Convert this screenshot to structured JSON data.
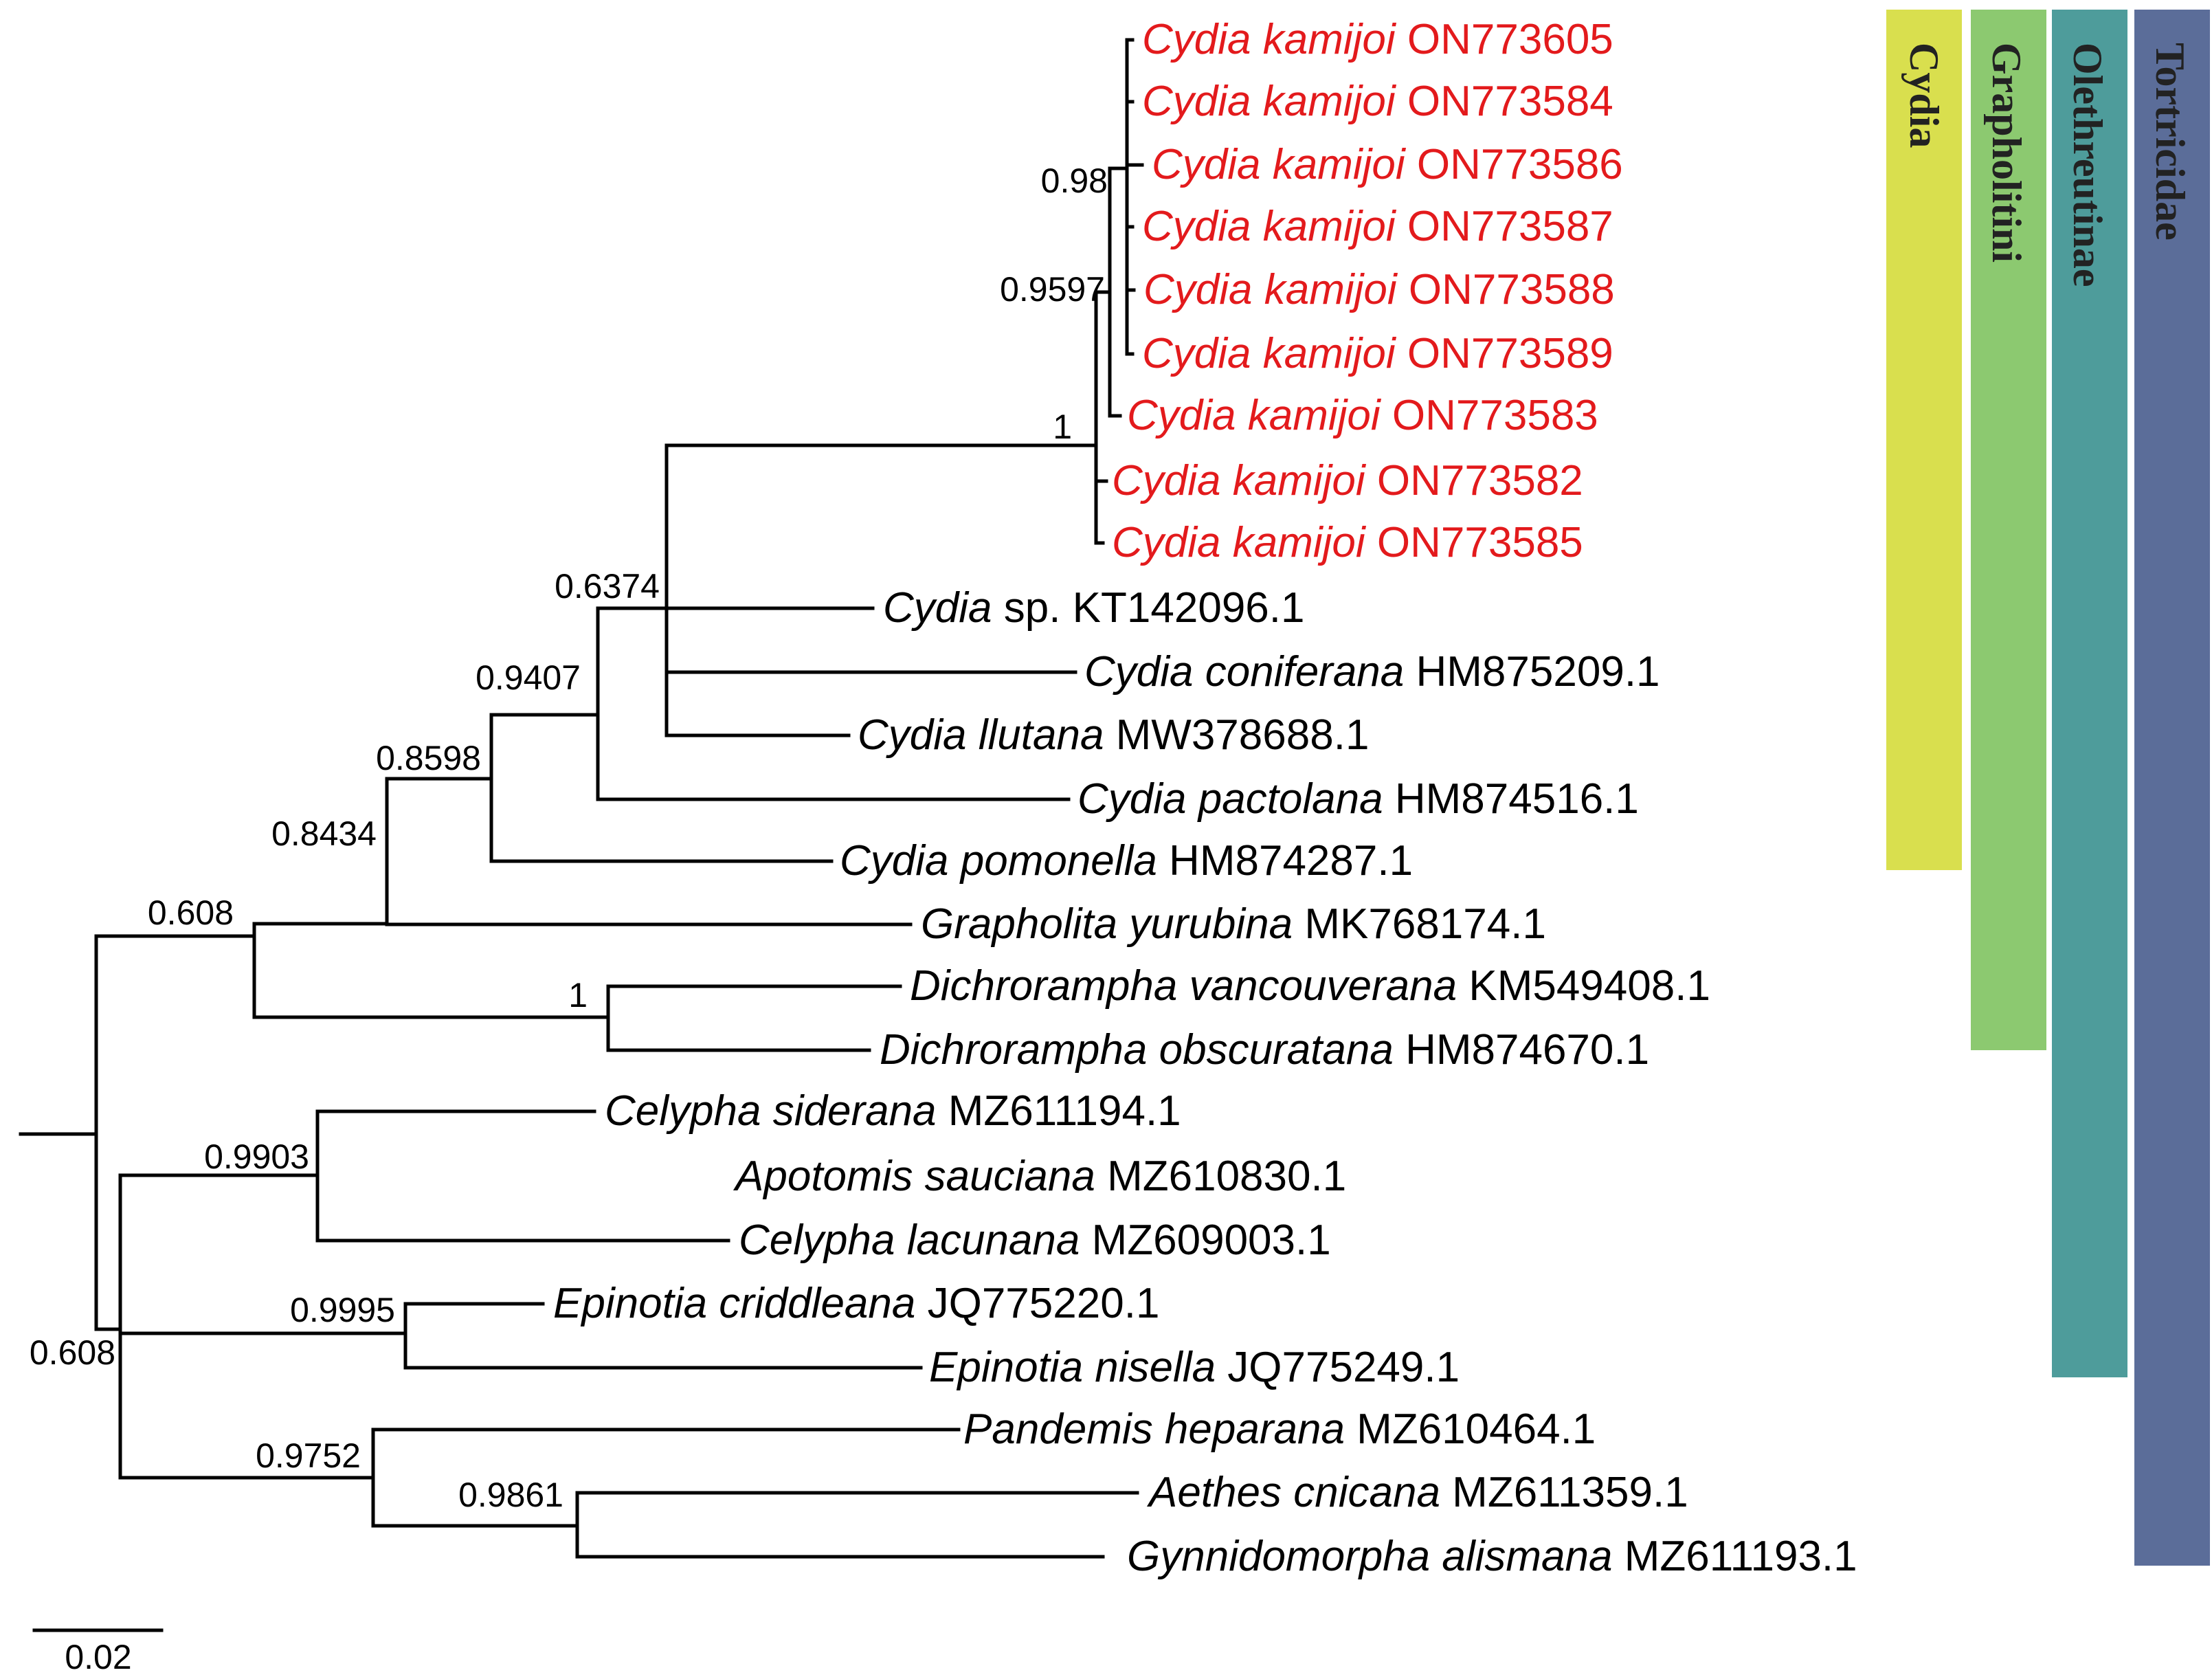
{
  "tree": {
    "label_color_highlight": "#e31a1c",
    "label_color_default": "#000000",
    "tips": [
      {
        "species": "Cydia kamijoi",
        "suffix": "ON773605",
        "highlight": true
      },
      {
        "species": "Cydia kamijoi",
        "suffix": "ON773584",
        "highlight": true
      },
      {
        "species": "Cydia kamijoi",
        "suffix": "ON773586",
        "highlight": true
      },
      {
        "species": "Cydia kamijoi",
        "suffix": "ON773587",
        "highlight": true
      },
      {
        "species": "Cydia kamijoi",
        "suffix": "ON773588",
        "highlight": true
      },
      {
        "species": "Cydia kamijoi",
        "suffix": "ON773589",
        "highlight": true
      },
      {
        "species": "Cydia kamijoi",
        "suffix": "ON773583",
        "highlight": true
      },
      {
        "species": "Cydia kamijoi",
        "suffix": "ON773582",
        "highlight": true
      },
      {
        "species": "Cydia kamijoi",
        "suffix": "ON773585",
        "highlight": true
      },
      {
        "species": "Cydia",
        "suffix": "sp. KT142096.1",
        "highlight": false
      },
      {
        "species": "Cydia coniferana",
        "suffix": "HM875209.1",
        "highlight": false
      },
      {
        "species": "Cydia llutana",
        "suffix": "MW378688.1",
        "highlight": false
      },
      {
        "species": "Cydia pactolana",
        "suffix": "HM874516.1",
        "highlight": false
      },
      {
        "species": "Cydia pomonella",
        "suffix": "HM874287.1",
        "highlight": false
      },
      {
        "species": "Grapholita yurubina",
        "suffix": "MK768174.1",
        "highlight": false
      },
      {
        "species": "Dichrorampha vancouverana",
        "suffix": "KM549408.1",
        "highlight": false
      },
      {
        "species": "Dichrorampha obscuratana",
        "suffix": "HM874670.1",
        "highlight": false
      },
      {
        "species": "Celypha siderana",
        "suffix": "MZ611194.1",
        "highlight": false
      },
      {
        "species": "Apotomis sauciana",
        "suffix": "MZ610830.1",
        "highlight": false
      },
      {
        "species": "Celypha lacunana",
        "suffix": "MZ609003.1",
        "highlight": false
      },
      {
        "species": "Epinotia criddleana",
        "suffix": "JQ775220.1",
        "highlight": false
      },
      {
        "species": "Epinotia nisella",
        "suffix": "JQ775249.1",
        "highlight": false
      },
      {
        "species": "Pandemis heparana",
        "suffix": "MZ610464.1",
        "highlight": false
      },
      {
        "species": "Aethes cnicana",
        "suffix": "MZ611359.1",
        "highlight": false
      },
      {
        "species": "Gynnidomorpha alismana",
        "suffix": "MZ611193.1",
        "highlight": false
      }
    ],
    "supports": [
      "0.98",
      "0.9597",
      "1",
      "0.6374",
      "0.9407",
      "0.8598",
      "0.8434",
      "0.608",
      "1",
      "0.9903",
      "0.9995",
      "0.9752",
      "0.9861",
      "0.608"
    ]
  },
  "clades": [
    {
      "name": "Cydia",
      "color": "#d9df4e"
    },
    {
      "name": "Grapholitini",
      "color": "#8cc970"
    },
    {
      "name": "Olethreutinae",
      "color": "#4e9c9b"
    },
    {
      "name": "Tortricidae",
      "color": "#5b6d99"
    }
  ],
  "scale_bar": {
    "label": "0.02"
  }
}
